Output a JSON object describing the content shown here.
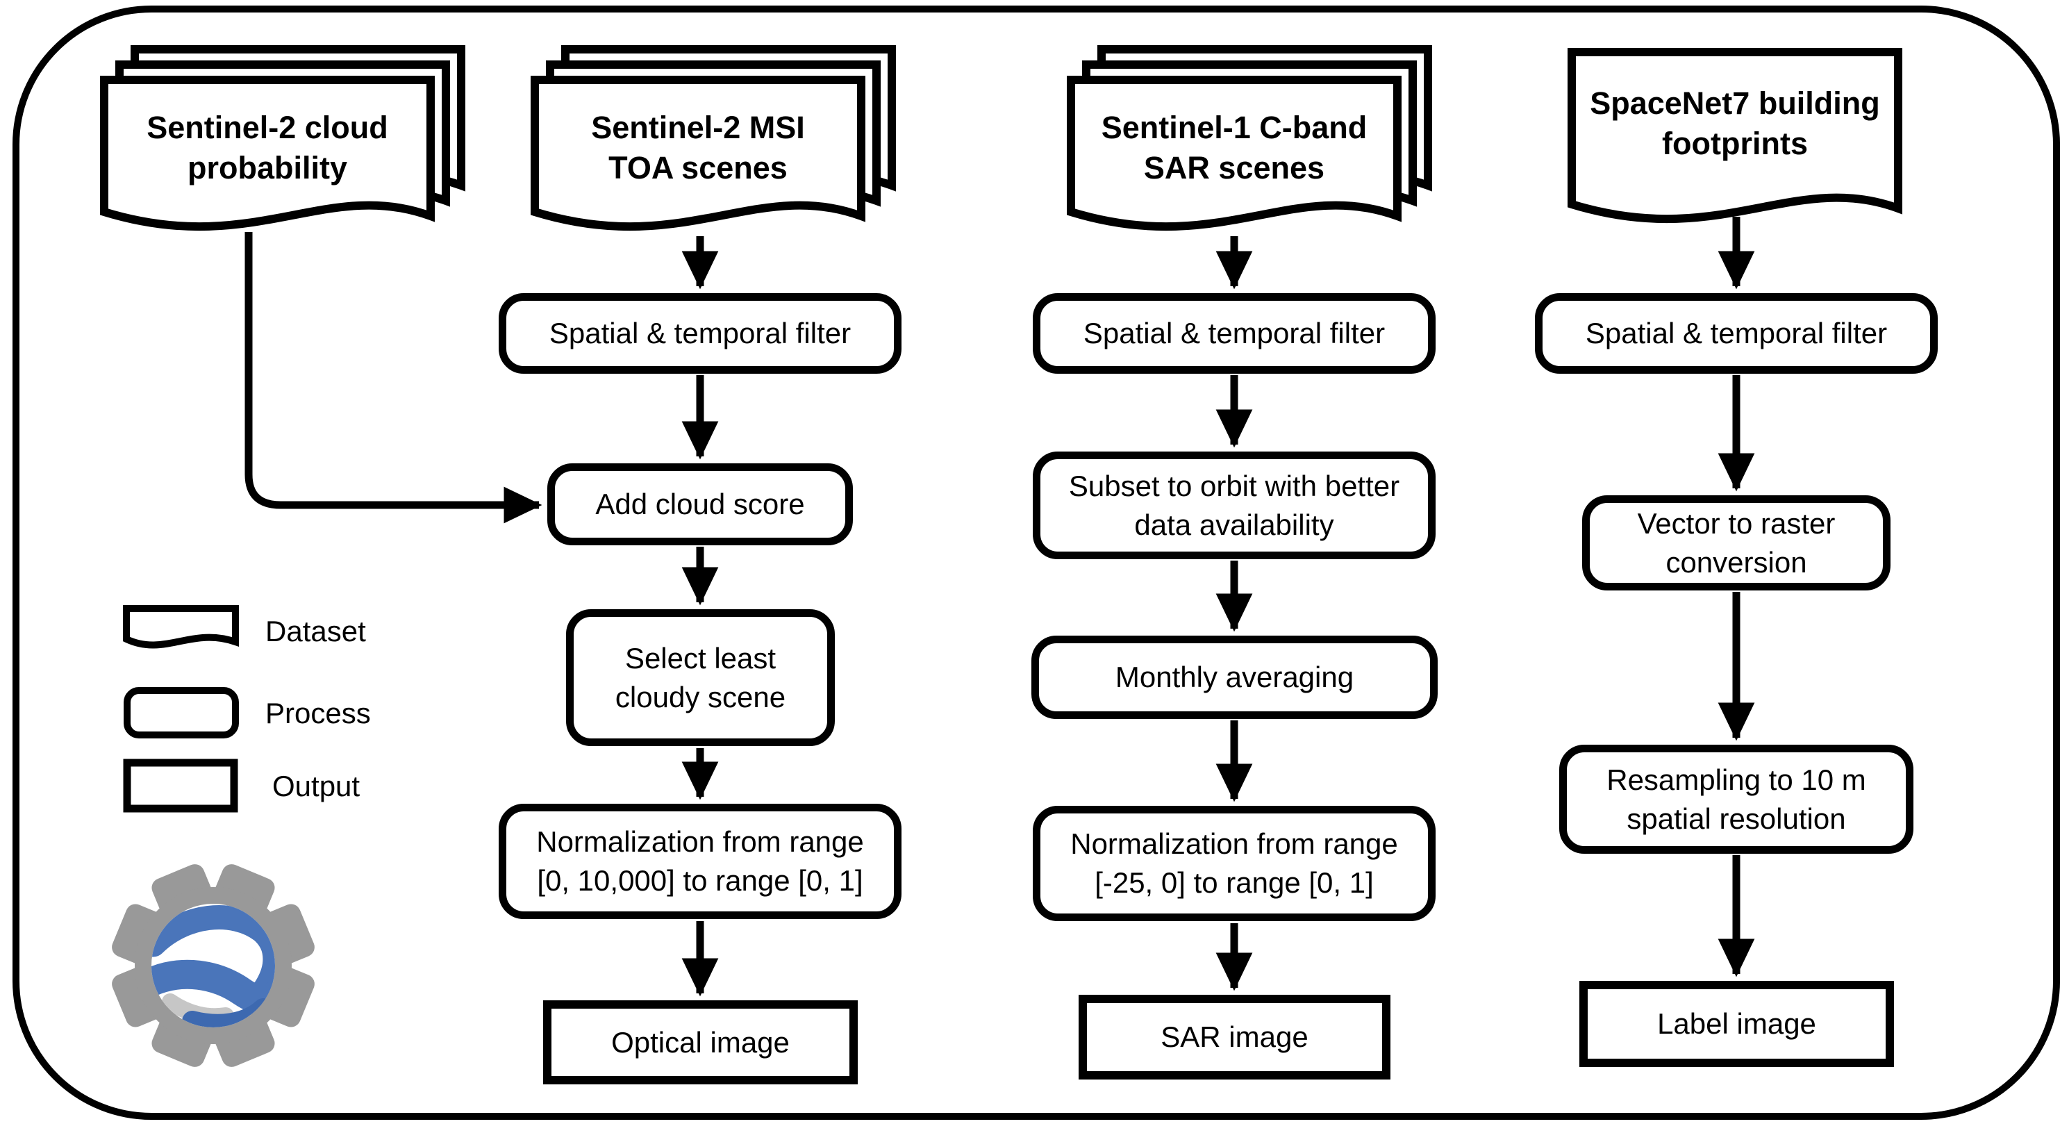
{
  "nodes": {
    "s2_cloud": {
      "label": "Sentinel-2 cloud\nprobability",
      "type": "dataset"
    },
    "s2_msi": {
      "label": "Sentinel-2 MSI\nTOA scenes",
      "type": "dataset"
    },
    "s1_sar": {
      "label": "Sentinel-1 C-band\nSAR scenes",
      "type": "dataset"
    },
    "spacenet7": {
      "label": "SpaceNet7 building\nfootprints",
      "type": "dataset"
    },
    "filter_s2": {
      "label": "Spatial & temporal filter",
      "type": "process"
    },
    "add_cloud_score": {
      "label": "Add cloud score",
      "type": "process"
    },
    "select_least": {
      "label": "Select least\ncloudy scene",
      "type": "process"
    },
    "normalize_s2": {
      "label": "Normalization from range\n[0, 10,000] to range [0, 1]",
      "type": "process"
    },
    "optical_image": {
      "label": "Optical image",
      "type": "output"
    },
    "filter_s1": {
      "label": "Spatial & temporal filter",
      "type": "process"
    },
    "subset_orbit": {
      "label": "Subset to orbit with better\ndata availability",
      "type": "process"
    },
    "monthly_avg": {
      "label": "Monthly averaging",
      "type": "process"
    },
    "normalize_s1": {
      "label": "Normalization from range\n[-25, 0] to range [0, 1]",
      "type": "process"
    },
    "sar_image": {
      "label": "SAR image",
      "type": "output"
    },
    "filter_sn7": {
      "label": "Spatial & temporal filter",
      "type": "process"
    },
    "vector_raster": {
      "label": "Vector to raster\nconversion",
      "type": "process"
    },
    "resampling": {
      "label": "Resampling to 10 m\nspatial resolution",
      "type": "process"
    },
    "label_image": {
      "label": "Label image",
      "type": "output"
    }
  },
  "legend": {
    "items": [
      {
        "label": "Dataset",
        "shape": "document"
      },
      {
        "label": "Process",
        "shape": "rounded-rectangle"
      },
      {
        "label": "Output",
        "shape": "rectangle"
      }
    ]
  },
  "logo": {
    "name": "google-earth-engine-logo"
  },
  "colors": {
    "line": "#000000",
    "background": "#ffffff",
    "gear_gray": "#999999",
    "globe_blue": "#4a75ba",
    "globe_light_gray": "#c9ccd1"
  }
}
